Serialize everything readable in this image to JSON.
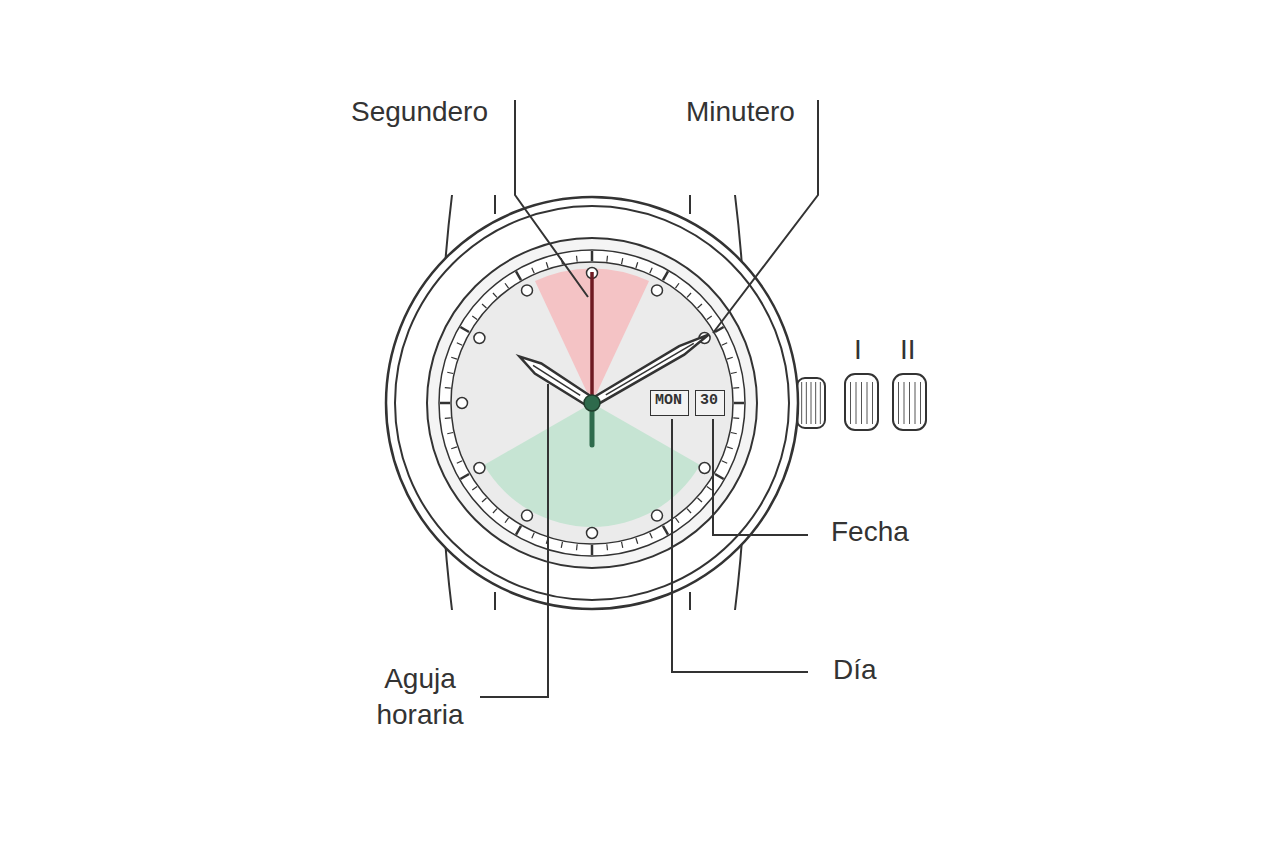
{
  "diagram": {
    "nodes": [
      {
        "text": [
          "MON"
        ]
      },
      {
        "text": [
          "30"
        ]
      }
    ],
    "labels": [
      "Segundero",
      "Minutero",
      "I",
      "II",
      "Fecha",
      "Día",
      "Aguja horaria"
    ]
  }
}
